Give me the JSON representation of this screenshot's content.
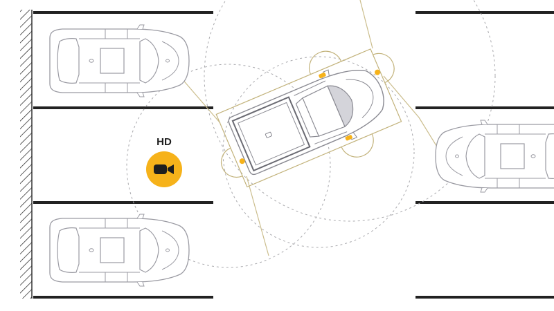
{
  "camera": {
    "label": "HD",
    "icon": "video-camera-icon",
    "badge_color": "#f6b21a"
  },
  "colors": {
    "background": "#ffffff",
    "parking_line": "#222222",
    "wall_hatch": "#333333",
    "car_outline": "#9a9aa2",
    "car_fill": "#ffffff",
    "sensor_outline": "#c2b27a",
    "sensor_dot": "#f6b21a"
  },
  "cars": [
    {
      "name": "parked-car-top-left",
      "color": "#ffffff"
    },
    {
      "name": "parked-car-bottom-left",
      "color": "#ffffff"
    },
    {
      "name": "parked-car-right",
      "color": "#ffffff"
    },
    {
      "name": "pickup-truck-parking",
      "color": "#ffffff"
    }
  ]
}
